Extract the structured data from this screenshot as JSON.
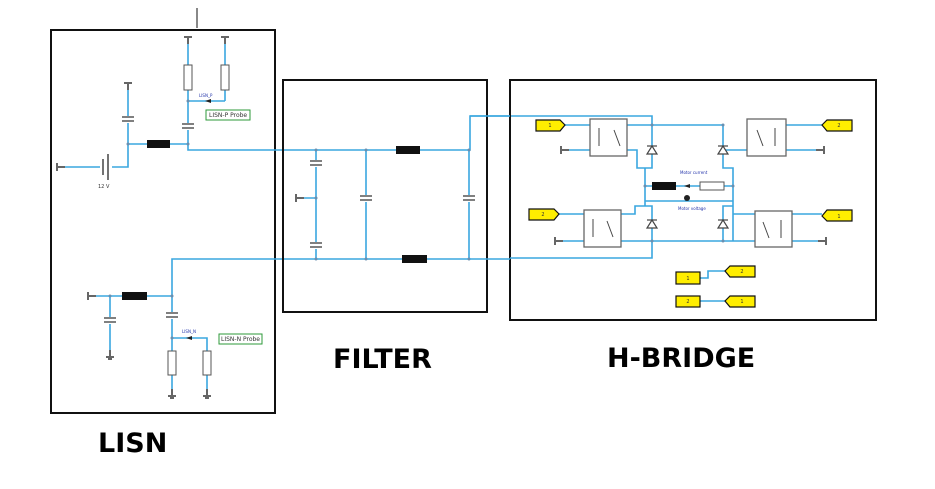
{
  "colors": {
    "wire": "#3aa7df",
    "tag_fill": "#ffee00",
    "block_border": "#111111",
    "probe_border": "#2e9a3a"
  },
  "blocks": {
    "lisn": "LISN",
    "filter": "FILTER",
    "hbridge": "H-BRIDGE"
  },
  "lisn": {
    "battery_label": "12 V",
    "probe_p_net": "LISN_P",
    "probe_p_label": "LISN-P Probe",
    "probe_n_net": "LISN_N",
    "probe_n_label": "LISN-N Probe"
  },
  "hbridge": {
    "motor_current": "Motor current",
    "motor_voltage": "Motor voltage",
    "tags": {
      "tl": "1",
      "tr": "2",
      "bl": "2",
      "br": "1",
      "pair1_in": "1",
      "pair1_out": "2",
      "pair2_in": "2",
      "pair2_out": "1"
    }
  }
}
